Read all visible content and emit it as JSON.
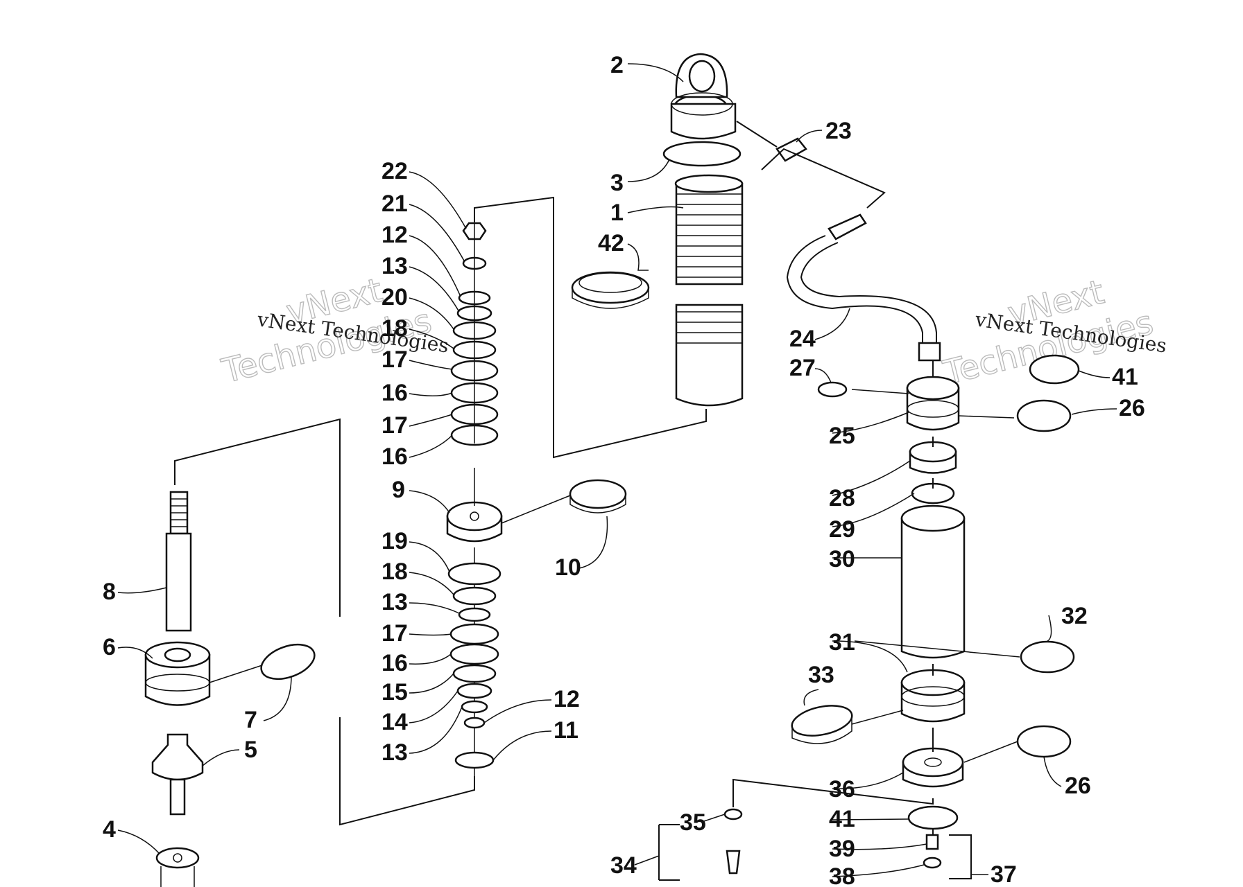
{
  "diagram": {
    "callouts": [
      {
        "id": "c2",
        "text": "2"
      },
      {
        "id": "c23",
        "text": "23"
      },
      {
        "id": "c3",
        "text": "3"
      },
      {
        "id": "c1",
        "text": "1"
      },
      {
        "id": "c42",
        "text": "42"
      },
      {
        "id": "c22",
        "text": "22"
      },
      {
        "id": "c21",
        "text": "21"
      },
      {
        "id": "c12a",
        "text": "12"
      },
      {
        "id": "c13a",
        "text": "13"
      },
      {
        "id": "c20",
        "text": "20"
      },
      {
        "id": "c18a",
        "text": "18"
      },
      {
        "id": "c17a",
        "text": "17"
      },
      {
        "id": "c16a",
        "text": "16"
      },
      {
        "id": "c17b",
        "text": "17"
      },
      {
        "id": "c16b",
        "text": "16"
      },
      {
        "id": "c9",
        "text": "9"
      },
      {
        "id": "c10",
        "text": "10"
      },
      {
        "id": "c19",
        "text": "19"
      },
      {
        "id": "c18b",
        "text": "18"
      },
      {
        "id": "c13b",
        "text": "13"
      },
      {
        "id": "c17c",
        "text": "17"
      },
      {
        "id": "c16c",
        "text": "16"
      },
      {
        "id": "c15",
        "text": "15"
      },
      {
        "id": "c14",
        "text": "14"
      },
      {
        "id": "c13c",
        "text": "13"
      },
      {
        "id": "c12b",
        "text": "12"
      },
      {
        "id": "c11",
        "text": "11"
      },
      {
        "id": "c8",
        "text": "8"
      },
      {
        "id": "c6",
        "text": "6"
      },
      {
        "id": "c7",
        "text": "7"
      },
      {
        "id": "c5",
        "text": "5"
      },
      {
        "id": "c4",
        "text": "4"
      },
      {
        "id": "c24",
        "text": "24"
      },
      {
        "id": "c27",
        "text": "27"
      },
      {
        "id": "c41a",
        "text": "41"
      },
      {
        "id": "c26a",
        "text": "26"
      },
      {
        "id": "c25",
        "text": "25"
      },
      {
        "id": "c28",
        "text": "28"
      },
      {
        "id": "c29",
        "text": "29"
      },
      {
        "id": "c30",
        "text": "30"
      },
      {
        "id": "c32",
        "text": "32"
      },
      {
        "id": "c31",
        "text": "31"
      },
      {
        "id": "c33",
        "text": "33"
      },
      {
        "id": "c26b",
        "text": "26"
      },
      {
        "id": "c36",
        "text": "36"
      },
      {
        "id": "c35",
        "text": "35"
      },
      {
        "id": "c41b",
        "text": "41"
      },
      {
        "id": "c34",
        "text": "34"
      },
      {
        "id": "c39",
        "text": "39"
      },
      {
        "id": "c37",
        "text": "37"
      },
      {
        "id": "c38",
        "text": "38"
      }
    ],
    "watermarks": [
      {
        "line1": "vNext",
        "line2": "Technologies",
        "caption": "vNext Technologies"
      },
      {
        "line1": "vNext",
        "line2": "Technologies",
        "caption": "vNext Technologies"
      }
    ]
  }
}
